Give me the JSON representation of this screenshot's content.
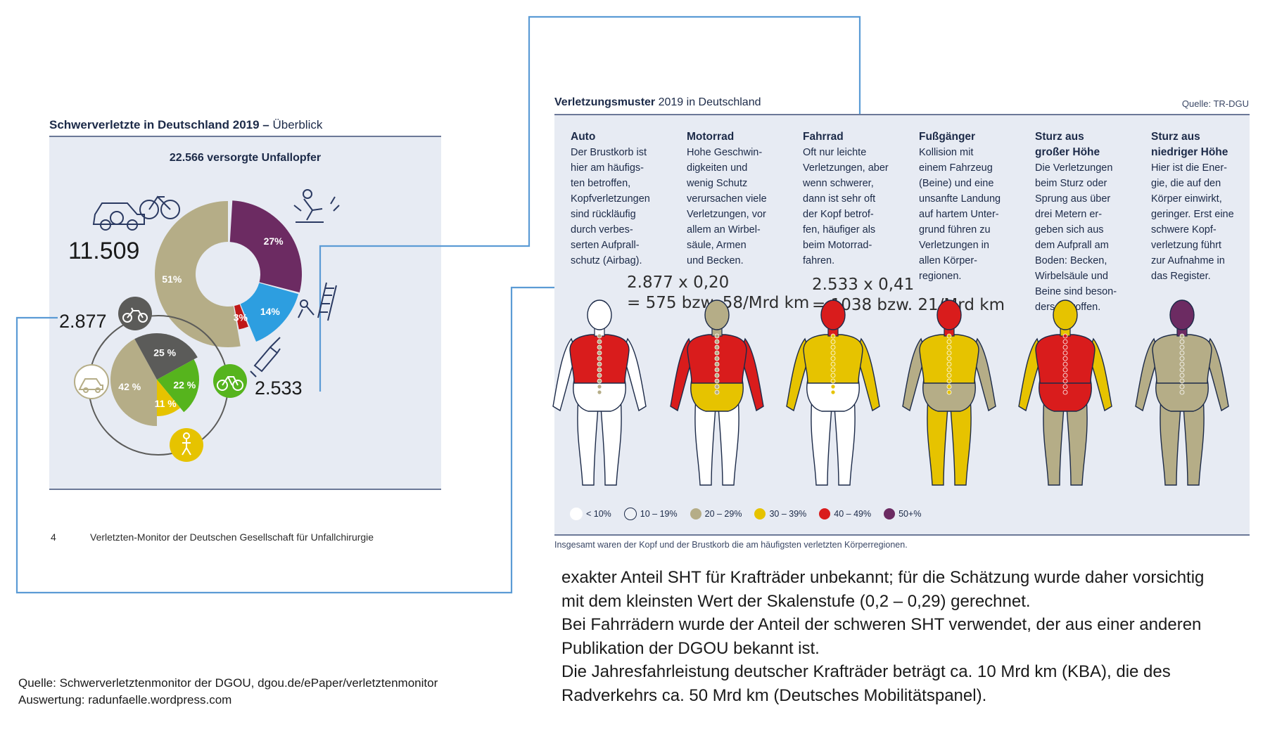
{
  "left_panel": {
    "title": "Schwerverletzte in Deutschland 2019 –",
    "title_sub": "Überblick",
    "headline": "22.566 versorgte Unfallopfer",
    "numbers": {
      "car_and_two_wheel": "11.509",
      "motorcycle": "2.877",
      "bicycle": "2.533"
    },
    "page_number": "4",
    "footer": "Verletzten-Monitor der Deutschen Gesellschaft für Unfallchirurgie"
  },
  "chart_data": [
    {
      "type": "pie",
      "values": [
        51,
        27,
        14,
        3
      ],
      "labels": [
        "51%",
        "27%",
        "14%",
        "3%"
      ],
      "colors": [
        "#b5ad87",
        "#6c2b62",
        "#2d9ee0",
        "#c01818"
      ],
      "icons": [
        "vehicles-icon",
        "falling-person-icon",
        "ladder-fall-icon",
        "other-icon"
      ]
    },
    {
      "type": "pie",
      "values": [
        42,
        25,
        22,
        11
      ],
      "labels": [
        "42 %",
        "25 %",
        "22 %",
        "11 %"
      ],
      "colors": [
        "#b5ad87",
        "#5b5b59",
        "#56b41d",
        "#e6c300"
      ],
      "icons": [
        "car-icon",
        "motorcycle-icon",
        "bicycle-icon",
        "pedestrian-icon"
      ]
    }
  ],
  "right_panel": {
    "title_bold": "Verletzungsmuster",
    "title_rest": "2019 in Deutschland",
    "source": "Quelle: TR-DGU",
    "columns": [
      {
        "head": "Auto",
        "lines": [
          "Der Brustkorb ist",
          "hier am häufigs-",
          "ten betroffen,",
          "Kopfverletzungen",
          "sind rückläufig",
          "durch verbes-",
          "serten Aufprall-",
          "schutz (Airbag)."
        ]
      },
      {
        "head": "Motorrad",
        "lines": [
          "Hohe Geschwin-",
          "digkeiten und",
          "wenig Schutz",
          "verursachen viele",
          "Verletzungen, vor",
          "allem an Wirbel-",
          "säule, Armen",
          "und Becken."
        ]
      },
      {
        "head": "Fahrrad",
        "lines": [
          "Oft nur leichte",
          "Verletzungen, aber",
          "wenn schwerer,",
          "dann ist sehr oft",
          "der Kopf betrof-",
          "fen, häufiger als",
          "beim Motorrad-",
          "fahren."
        ]
      },
      {
        "head": "Fußgänger",
        "lines": [
          "Kollision mit",
          "einem Fahrzeug",
          "(Beine) und eine",
          "unsanfte Landung",
          "auf hartem Unter-",
          "grund führen zu",
          "Verletzungen in",
          "allen Körper-",
          "regionen."
        ]
      },
      {
        "head": "Sturz aus\ngroßer Höhe",
        "lines": [
          "Die Verletzungen",
          "beim Sturz oder",
          "Sprung aus über",
          "drei Metern er-",
          "geben sich aus",
          "dem Aufprall am",
          "Boden: Becken,",
          "Wirbelsäule und",
          "Beine sind beson-",
          "ders betroffen."
        ]
      },
      {
        "head": "Sturz aus\nniedriger Höhe",
        "lines": [
          "Hier ist die Ener-",
          "gie, die auf den",
          "Körper einwirkt,",
          "geringer. Erst eine",
          "schwere Kopf-",
          "verletzung führt",
          "zur Aufnahme in",
          "das Register."
        ]
      }
    ],
    "calc_motorrad": [
      "2.877 x 0,20",
      "= 575 bzw. 58/Mrd km"
    ],
    "calc_fahrrad": [
      "2.533 x 0,41",
      "= 1038 bzw. 21/Mrd km"
    ],
    "legend": [
      {
        "label": "< 10%",
        "color": "#ffffff"
      },
      {
        "label": "10 – 19%",
        "color": "#eef1f6"
      },
      {
        "label": "20 – 29%",
        "color": "#b5ad87"
      },
      {
        "label": "30 – 39%",
        "color": "#e6c300"
      },
      {
        "label": "40 – 49%",
        "color": "#d91c1c"
      },
      {
        "label": "50+%",
        "color": "#6c2b62"
      }
    ],
    "footnote": "Insgesamt waren der Kopf und der Brustkorb die am häufigsten verletzten Körperregionen."
  },
  "notes": [
    "exakter Anteil SHT für Krafträder unbekannt; für die Schätzung wurde daher vorsichtig",
    "mit dem kleinsten Wert der Skalenstufe (0,2 – 0,29) gerechnet.",
    "Bei Fahrrädern wurde der Anteil der schweren SHT verwendet, der aus einer anderen",
    "Publikation der DGOU bekannt ist.",
    "Die Jahresfahrleistung deutscher Krafträder beträgt ca. 10 Mrd km (KBA), die des",
    "Radverkehrs ca. 50 Mrd km (Deutsches Mobilitätspanel)."
  ],
  "source_lines": [
    "Quelle: Schwerverletztenmonitor der DGOU, dgou.de/ePaper/verletztenmonitor",
    "Auswertung: radunfaelle.wordpress.com"
  ],
  "colors": {
    "connector": "#5b9bd5",
    "panel_bg": "#e7ebf3",
    "text_dark": "#1c2a48"
  }
}
